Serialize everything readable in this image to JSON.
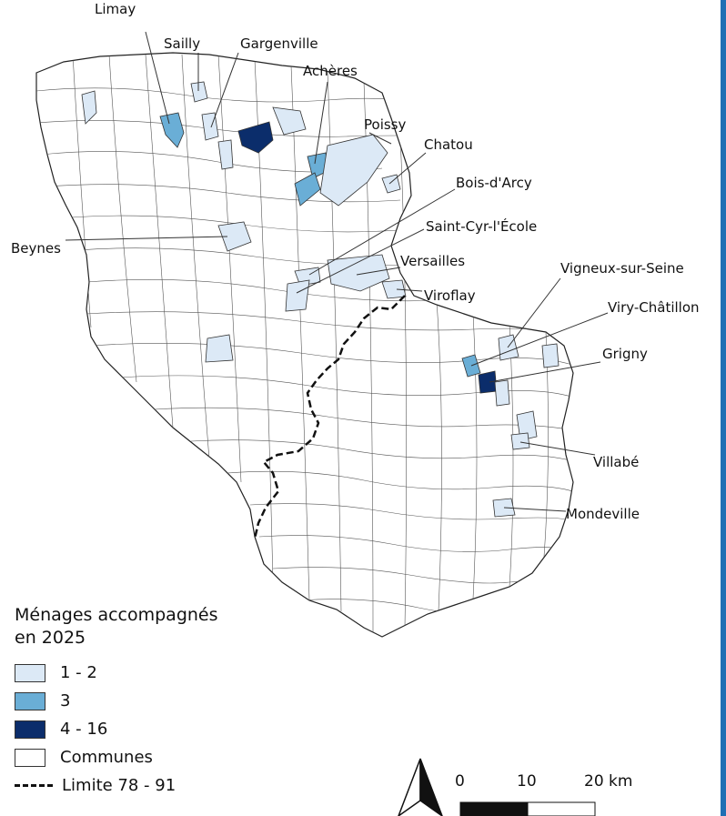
{
  "legend": {
    "title_line1": "Ménages accompagnés",
    "title_line2": "en 2025",
    "items": [
      {
        "label": "1 - 2",
        "color": "#dce9f6"
      },
      {
        "label": "3",
        "color": "#6aaed6"
      },
      {
        "label": "4 - 16",
        "color": "#0b2d6b"
      },
      {
        "label": "Communes",
        "color": "#ffffff"
      },
      {
        "label": "Limite 78 - 91",
        "color": "#111111"
      }
    ]
  },
  "scale": {
    "tick0": "0",
    "tick1": "10",
    "tick2": "20 km"
  },
  "places": [
    {
      "name": "Limay",
      "category": "3"
    },
    {
      "name": "Sailly",
      "category": "1 - 2"
    },
    {
      "name": "Gargenville",
      "category": "1 - 2"
    },
    {
      "name": "Achères",
      "category": "3"
    },
    {
      "name": "Poissy",
      "category": "1 - 2"
    },
    {
      "name": "Chatou",
      "category": "1 - 2"
    },
    {
      "name": "Bois-d'Arcy",
      "category": "1 - 2"
    },
    {
      "name": "Beynes",
      "category": "1 - 2"
    },
    {
      "name": "Saint-Cyr-l'École",
      "category": "1 - 2"
    },
    {
      "name": "Versailles",
      "category": "1 - 2"
    },
    {
      "name": "Viroflay",
      "category": "1 - 2"
    },
    {
      "name": "Vigneux-sur-Seine",
      "category": "1 - 2"
    },
    {
      "name": "Viry-Châtillon",
      "category": "3"
    },
    {
      "name": "Grigny",
      "category": "4 - 16"
    },
    {
      "name": "Villabé",
      "category": "1 - 2"
    },
    {
      "name": "Mondeville",
      "category": "1 - 2"
    }
  ]
}
